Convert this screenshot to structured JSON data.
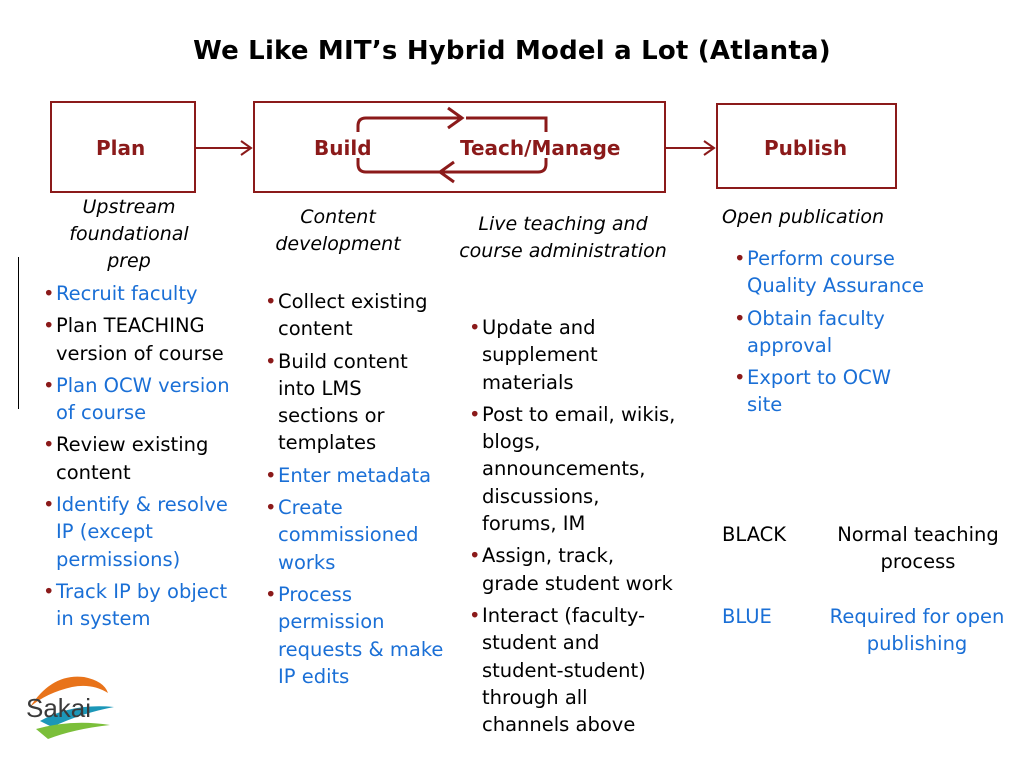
{
  "title": "We Like MIT’s Hybrid Model a Lot (Atlanta)",
  "boxes": {
    "plan": "Plan",
    "build": "Build",
    "teach": "Teach/Manage",
    "publish": "Publish"
  },
  "subtitles": {
    "plan": "Upstream foundational prep",
    "build": "Content development",
    "teach": "Live teaching and course administration",
    "publish": "Open publication"
  },
  "bullet": "•",
  "plan_items": [
    {
      "text": "Recruit faculty",
      "color": "blue"
    },
    {
      "text": "Plan TEACHING version of course",
      "color": "black"
    },
    {
      "text": "Plan OCW version of course",
      "color": "blue"
    },
    {
      "text": "Review existing content",
      "color": "black"
    },
    {
      "text": "Identify & resolve IP (except permissions)",
      "color": "blue"
    },
    {
      "text": "Track IP by object in system",
      "color": "blue"
    }
  ],
  "build_items": [
    {
      "text": "Collect existing content",
      "color": "black"
    },
    {
      "text": "Build content into LMS sections or templates",
      "color": "black"
    },
    {
      "text": "Enter metadata",
      "color": "blue"
    },
    {
      "text": "Create commissioned works",
      "color": "blue"
    },
    {
      "text": "Process permission requests & make IP edits",
      "color": "blue"
    }
  ],
  "teach_items": [
    {
      "text": "Update and supplement materials",
      "color": "black"
    },
    {
      "text": "Post to email, wikis, blogs, announcements, discussions, forums, IM",
      "color": "black"
    },
    {
      "text": "Assign, track, grade student work",
      "color": "black"
    },
    {
      "text": "Interact (faculty-student and student-student) through all channels above",
      "color": "black"
    }
  ],
  "publish_items": [
    {
      "text": "Perform course Quality Assurance",
      "color": "blue"
    },
    {
      "text": "Obtain faculty approval",
      "color": "blue"
    },
    {
      "text": "Export to OCW site",
      "color": "blue"
    }
  ],
  "legend": {
    "black_key": "BLACK",
    "black_desc": "Normal teaching process",
    "blue_key": "BLUE",
    "blue_desc": "Required for open publishing"
  },
  "logo_text": "Sakai",
  "colors": {
    "accent": "#8b1a1a",
    "blue": "#1a6fd6",
    "text": "#000000"
  }
}
